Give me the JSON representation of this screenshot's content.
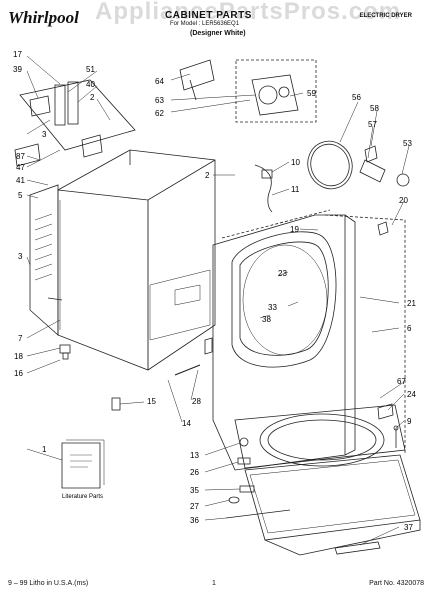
{
  "header": {
    "brand": "Whirlpool",
    "title": "CABINET PARTS",
    "subtitle_model": "For Model : LER5636EQ1",
    "subtitle_color": "(Designer White)",
    "right_title": "ELECTRIC DRYER",
    "watermark": "AppliancePartsPros.com"
  },
  "footer": {
    "left": "9 – 99 Litho in U.S.A.(ms)",
    "page": "1",
    "part_no": "Part No. 4320078"
  },
  "callouts": {
    "c17": "17",
    "c39": "39",
    "c51": "51",
    "c40": "40",
    "c2a": "2",
    "c64": "64",
    "c63": "63",
    "c62": "62",
    "c59": "59",
    "c56": "56",
    "c58": "58",
    "c57": "57",
    "c53": "53",
    "c3a": "3",
    "c87": "87",
    "c47": "47",
    "c41": "41",
    "c5": "5",
    "c2b": "2",
    "c10": "10",
    "c11": "11",
    "c20": "20",
    "c19": "19",
    "c3b": "3",
    "c23": "23",
    "c33": "33",
    "c38": "38",
    "c21": "21",
    "c6": "6",
    "c7": "7",
    "c18": "18",
    "c16": "16",
    "c15": "15",
    "c28": "28",
    "c14": "14",
    "c67": "67",
    "c24": "24",
    "c9": "9",
    "c1": "1",
    "c13": "13",
    "c26": "26",
    "c35": "35",
    "c27": "27",
    "c36": "36",
    "c37": "37"
  },
  "literature_label": "Literature Parts"
}
